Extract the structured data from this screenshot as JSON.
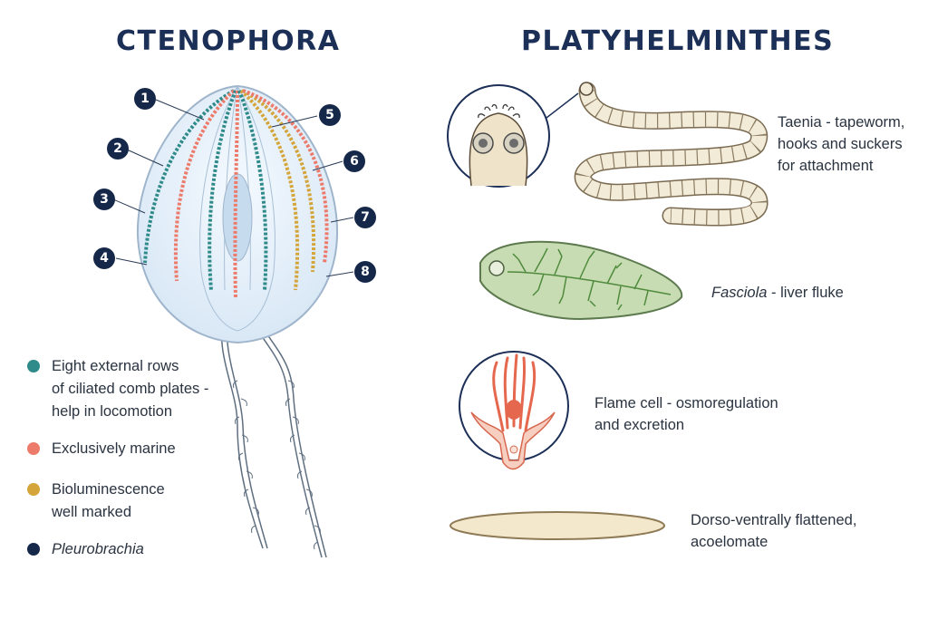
{
  "titles": {
    "left": "CTENOPHORA",
    "right": "PLATYHELMINTHES"
  },
  "ctenophora": {
    "markers": [
      "1",
      "2",
      "3",
      "4",
      "5",
      "6",
      "7",
      "8"
    ],
    "legend": [
      {
        "lines": [
          "Eight external rows",
          "of ciliated comb plates -",
          "help in locomotion"
        ],
        "color": "#2f8a8a"
      },
      {
        "lines": [
          "Exclusively marine"
        ],
        "color": "#ec7b6b"
      },
      {
        "lines": [
          "Bioluminescence",
          "well marked"
        ],
        "color": "#d4a53a"
      },
      {
        "lines": [
          "Pleurobrachia"
        ],
        "color": "#16284a"
      }
    ]
  },
  "platyhelminthes": {
    "taenia": {
      "name": "Taenia",
      "rest1": " - tapeworm,",
      "line2": "hooks and suckers",
      "line3": "for attachment"
    },
    "fasciola": {
      "name": "Fasciola",
      "rest": " - liver fluke"
    },
    "flame": {
      "name": "Flame cell",
      "rest": " - osmoregulation",
      "line2": "and excretion"
    },
    "body": {
      "line1": "Dorso-ventrally flattened,",
      "line2": "acoelomate"
    }
  },
  "colors": {
    "teal": "#2f8a8a",
    "coral": "#ec7b6b",
    "gold": "#d4a53a",
    "navy": "#16284a"
  }
}
